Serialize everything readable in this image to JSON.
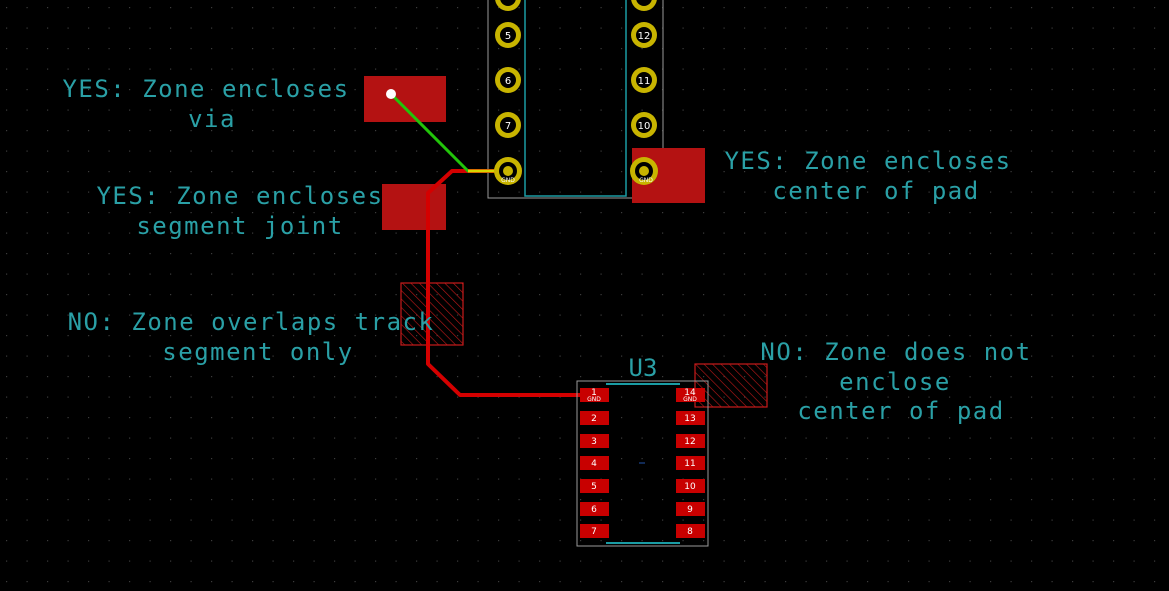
{
  "colors": {
    "background": "#000000",
    "grid_dot": "#3c3c3c",
    "annotation_text": "#2aa0a6",
    "zone_fill": "#b41212",
    "zone_hatch": "#c81a1a",
    "track_front": "#d40000",
    "track_back": "#22c40a",
    "through_hole_pad": "#c8b400",
    "smd_pad": "#c80000",
    "courtyard": "#9a9a9a",
    "silkscreen": "#1a9ca4"
  },
  "annotations": {
    "via": [
      "YES: Zone encloses",
      "via"
    ],
    "segment_joint": [
      "YES: Zone encloses",
      "segment joint"
    ],
    "pad_center": [
      "YES: Zone encloses",
      "center of pad"
    ],
    "track_overlap": [
      "NO: Zone overlaps track",
      "segment only"
    ],
    "pad_not_enclosed": [
      "NO: Zone does not",
      "enclose",
      "center of pad"
    ]
  },
  "upper_footprint": {
    "left_pins": [
      "5",
      "6",
      "7"
    ],
    "right_pins": [
      "12",
      "11",
      "10"
    ],
    "gnd_pin_left": "GND",
    "gnd_pin_right": "GND"
  },
  "u3": {
    "reference": "U3",
    "left_pins": [
      "1",
      "2",
      "3",
      "4",
      "5",
      "6",
      "7"
    ],
    "right_pins": [
      "14",
      "13",
      "12",
      "11",
      "10",
      "9",
      "8"
    ],
    "gnd_net": "GND"
  }
}
